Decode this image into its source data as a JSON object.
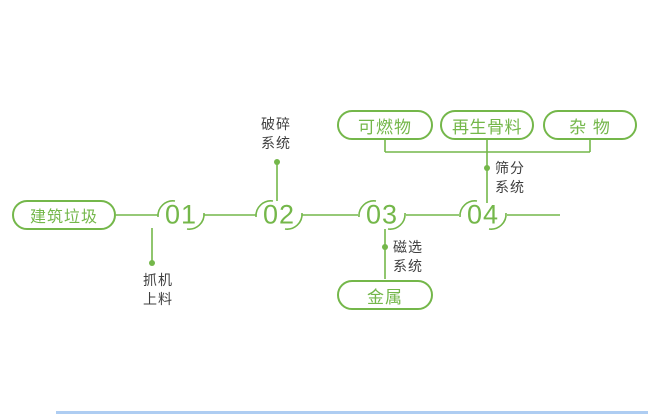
{
  "colors": {
    "accent_green": "#74b74a",
    "label_text": "#3f3f3f",
    "bottom_edge": "#aecdf2"
  },
  "source_pill": {
    "label": "建筑垃圾"
  },
  "steps": [
    {
      "number": "01",
      "label_line1": "抓机",
      "label_line2": "上料",
      "label_position": "below"
    },
    {
      "number": "02",
      "label_line1": "破碎",
      "label_line2": "系统",
      "label_position": "above"
    },
    {
      "number": "03",
      "label_line1": "磁选",
      "label_line2": "系统",
      "label_position": "below"
    },
    {
      "number": "04",
      "label_line1": "筛分",
      "label_line2": "系统",
      "label_position": "above"
    }
  ],
  "outputs": {
    "metal": "金属",
    "combustible": "可燃物",
    "aggregate": "再生骨料",
    "misc": "杂 物"
  }
}
